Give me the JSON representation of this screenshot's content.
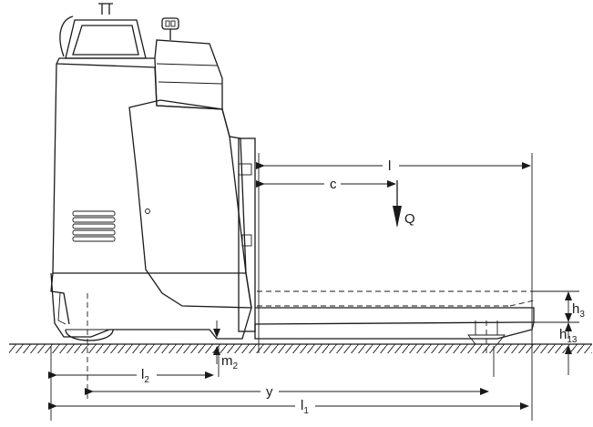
{
  "labels": {
    "l": "l",
    "c": "c",
    "Q": "Q",
    "h3": {
      "base": "h",
      "sub": "3"
    },
    "h13": {
      "base": "h",
      "sub": "13"
    },
    "m2": {
      "base": "m",
      "sub": "2"
    },
    "l2": {
      "base": "l",
      "sub": "2"
    },
    "y": "y",
    "l1": {
      "base": "l",
      "sub": "1"
    }
  }
}
